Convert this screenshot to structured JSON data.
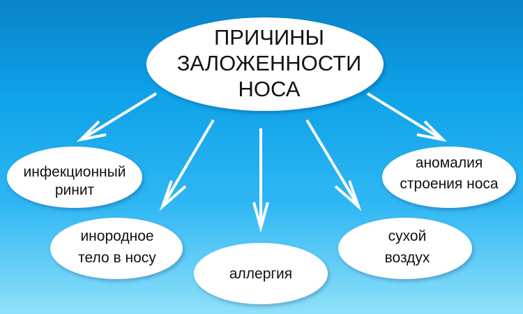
{
  "center": {
    "lines": [
      "ПРИЧИНЫ",
      "ЗАЛОЖЕННОСТИ",
      "НОСА"
    ]
  },
  "causes": [
    {
      "lines": [
        "инфекционный",
        "ринит"
      ]
    },
    {
      "lines": [
        "инородное",
        "тело в носу"
      ]
    },
    {
      "lines": [
        "аллергия"
      ]
    },
    {
      "lines": [
        "сухой",
        "воздух"
      ]
    },
    {
      "lines": [
        "аномалия",
        "строения носа"
      ]
    }
  ],
  "colors": {
    "node": "#ffffff",
    "arrow": "#ffffff",
    "text": "#111111"
  }
}
